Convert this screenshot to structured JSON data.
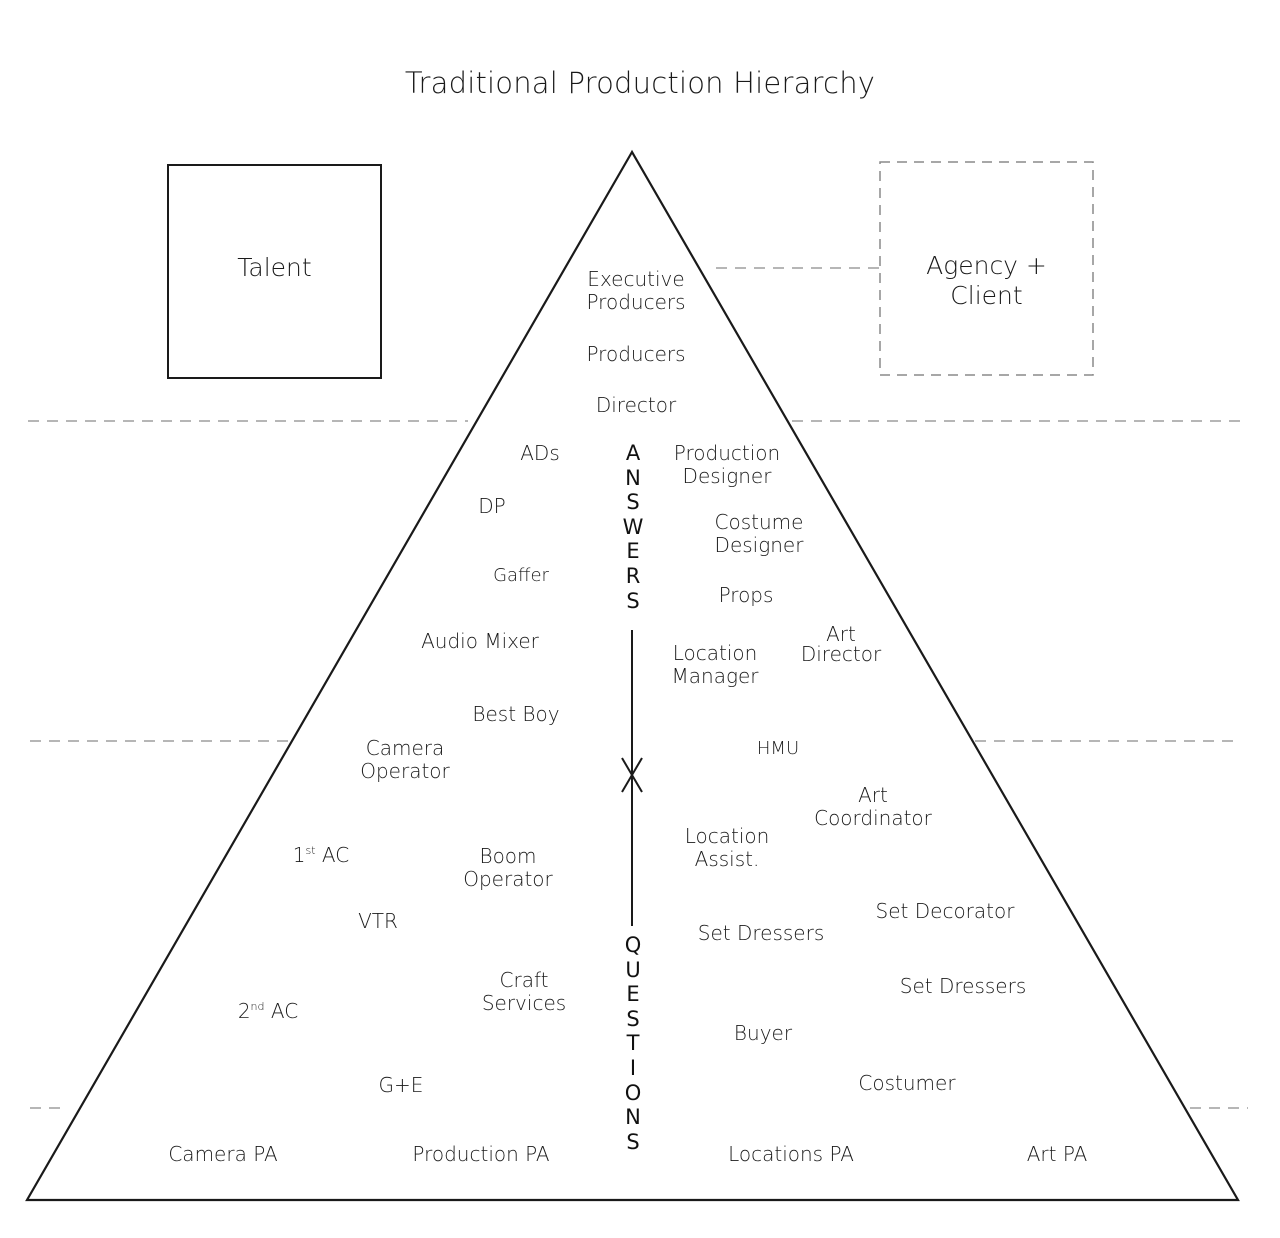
{
  "title": "Traditional Production Hierarchy",
  "talent_label": "Talent",
  "agency_label": [
    "Agency +",
    "Client"
  ],
  "answers_label": "ANSWERS",
  "questions_label": "QUESTIONS",
  "roles": {
    "executive_producers": [
      "Executive",
      "Producers"
    ],
    "producers": "Producers",
    "director": "Director",
    "ads": "ADs",
    "dp": "DP",
    "gaffer": "Gaffer",
    "audio_mixer": "Audio Mixer",
    "best_boy": "Best Boy",
    "camera_operator": [
      "Camera",
      "Operator"
    ],
    "first_ac": {
      "number": "1",
      "suffix": "st",
      "rest": " AC"
    },
    "boom_operator": [
      "Boom",
      "Operator"
    ],
    "vtr": "VTR",
    "craft_services": [
      "Craft",
      "Services"
    ],
    "second_ac": {
      "number": "2",
      "suffix": "nd",
      "rest": " AC"
    },
    "g_and_e": "G+E",
    "production_designer": [
      "Production",
      "Designer"
    ],
    "costume_designer": [
      "Costume",
      "Designer"
    ],
    "props": "Props",
    "location_manager": [
      "Location",
      "Manager"
    ],
    "art_director": [
      "Art",
      "Director"
    ],
    "hmu": "HMU",
    "art_coordinator": [
      "Art",
      "Coordinator"
    ],
    "location_assist": [
      "Location",
      "Assist."
    ],
    "set_decorator": "Set Decorator",
    "set_dressers_center": "Set Dressers",
    "set_dressers_right": "Set Dressers",
    "buyer": "Buyer",
    "costumer": "Costumer",
    "camera_pa": "Camera PA",
    "production_pa": "Production PA",
    "locations_pa": "Locations PA",
    "art_pa": "Art PA"
  }
}
